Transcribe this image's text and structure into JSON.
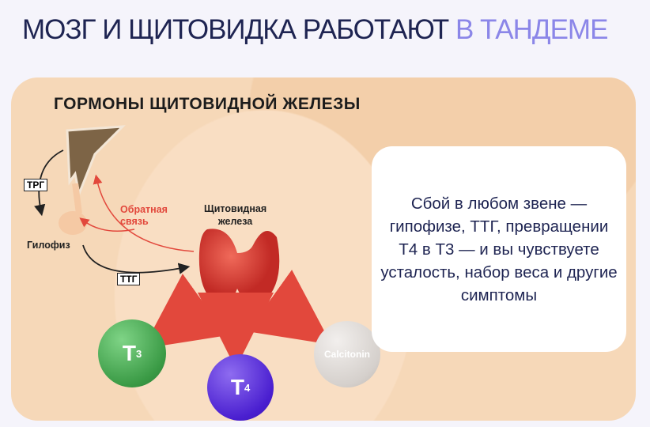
{
  "header": {
    "title_main": "МОЗГ И ЩИТОВИДКА РАБОТАЮТ",
    "title_accent": "В ТАНДЕМЕ"
  },
  "diagram": {
    "title": "ГОРМОНЫ ЩИТОВИДНОЙ ЖЕЛЕЗЫ",
    "trg": "ТРГ",
    "ttg": "ТТГ",
    "pituitary": "Гилофиз",
    "feedback_1": "Обратная",
    "feedback_2": "связь",
    "thyroid_1": "Щитовидная",
    "thyroid_2": "железа",
    "t3": "T",
    "t3_sub": "3",
    "t4": "T",
    "t4_sub": "4",
    "calcitonin": "Calcitonin"
  },
  "card": {
    "text": "Сбой в любом звене — гипофизе, ТТГ, превращении Т4 в Т3 — и вы чувствуете усталость, набор веса и другие симптомы"
  },
  "colors": {
    "title": "#1e2452",
    "accent": "#8b86e8",
    "panel": "#f6d8b8",
    "arrow_red": "#e2483c",
    "t3": "#3fa34d",
    "t4": "#4a1fd0",
    "calcitonin": "#d9d5d2"
  }
}
